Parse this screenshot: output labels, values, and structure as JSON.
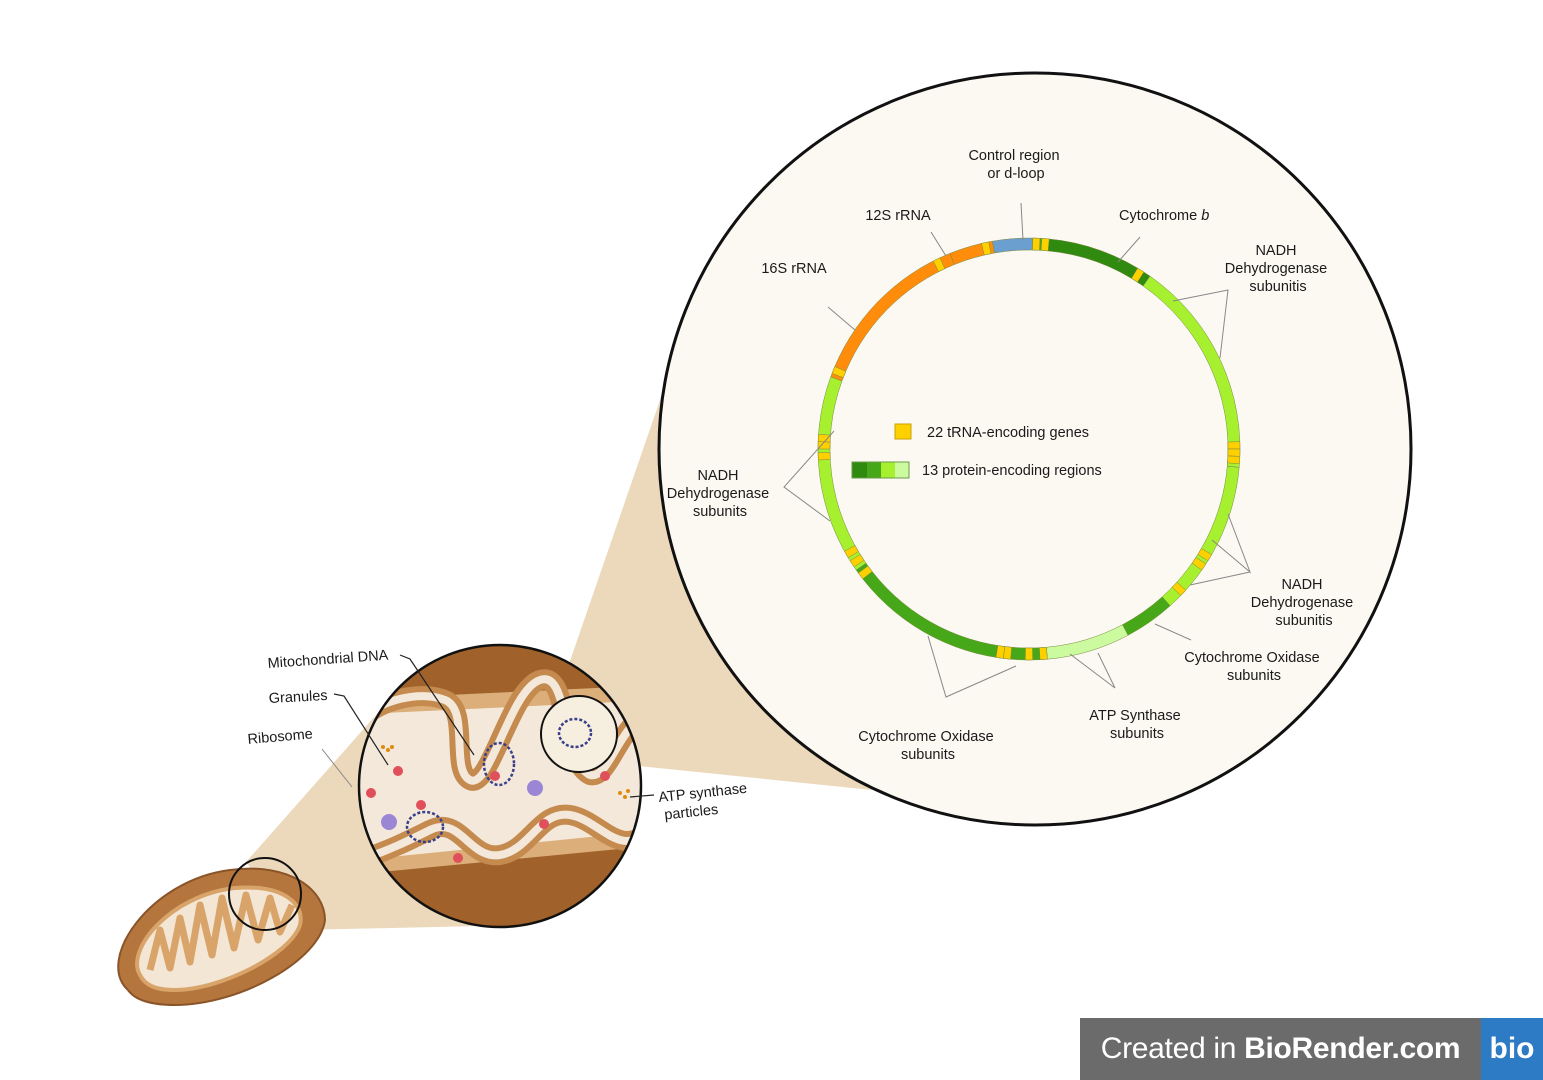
{
  "diagram": {
    "labels": {
      "control_region": [
        "Control region",
        "or d-loop"
      ],
      "rrna_12s": "12S rRNA",
      "rrna_16s": "16S rRNA",
      "cytochrome_b_prefix": "Cytochrome ",
      "cytochrome_b_suffix": "b",
      "nadh_top_right": [
        "NADH",
        "Dehydrogenase",
        "subunitis"
      ],
      "nadh_left": [
        "NADH",
        "Dehydrogenase",
        "subunits"
      ],
      "nadh_bottom_right": [
        "NADH",
        "Dehydrogenase",
        "subunitis"
      ],
      "cox_right": [
        "Cytochrome Oxidase",
        "subunits"
      ],
      "atp_synthase": [
        "ATP Synthase",
        "subunits"
      ],
      "cox_bottom": [
        "Cytochrome Oxidase",
        "subunits"
      ],
      "mito_dna": "Mitochondrial DNA",
      "granules": "Granules",
      "ribosome": "Ribosome",
      "atp_particles": [
        "ATP synthase",
        "particles"
      ]
    },
    "legend": {
      "trna": "22 tRNA-encoding genes",
      "protein": "13 protein-encoding regions"
    },
    "colors": {
      "trna": "#ffd000",
      "control": "#6a9fd0",
      "rrna": "#ff8c0a",
      "protein_dark": "#2f8a0f",
      "protein_mid": "#46a818",
      "protein_light": "#a6f030",
      "protein_pale": "#ccfa9e",
      "panel_bg": "#fcf9f3",
      "zoom_cone": "#ecd9bc",
      "mito_outer": "#b5763e",
      "mito_inner": "#dba973"
    }
  },
  "badge": {
    "created_in": "Created in",
    "brand": "BioRender.com",
    "logo": "bio"
  }
}
